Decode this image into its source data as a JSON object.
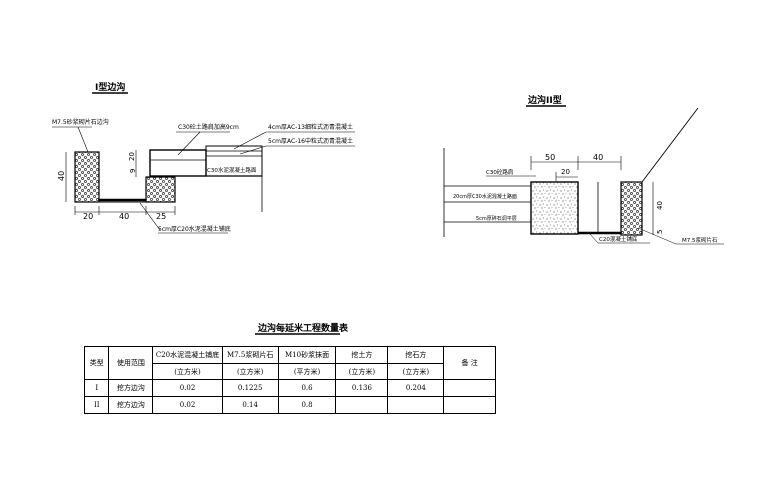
{
  "drawing1": {
    "title": "I型边沟",
    "label_masonry": "M7.5砂浆砌片石边沟",
    "label_pavement_widen": "C30砼土路肩加高9cm",
    "label_ac13": "4cm厚AC-13细粒式沥青混凝土",
    "label_ac16": "5cm厚AC-16中粒式沥青混凝土",
    "label_c30_surface": "C30水泥混凝土路面",
    "label_c20_bed": "5cm厚C20水泥混凝土铺底",
    "dim_height": "40",
    "dim_20": "20",
    "dim_9": "9",
    "dim_bottom_left": "20",
    "dim_bottom_mid": "40",
    "dim_bottom_right": "25"
  },
  "drawing2": {
    "title": "边沟II型",
    "dim_top_50": "50",
    "dim_top_40": "40",
    "dim_20": "20",
    "label_c30_shoulder": "C30砼路肩",
    "label_c30_pavement": "20cm厚C30水泥混凝土路面",
    "label_gravel": "5cm厚碎石调平层",
    "label_c20_bed": "C20混凝土铺底",
    "label_masonry": "M7.5浆砌片石",
    "dim_40": "40",
    "dim_5": "5"
  },
  "table": {
    "title": "边沟每延米工程数量表",
    "headers": [
      "类型",
      "使用范围",
      "C20水泥混凝土铺底",
      "M7.5浆砌片石",
      "M10砂浆抹面",
      "挖土方",
      "挖石方",
      "备 注"
    ],
    "units": [
      "(立方米)",
      "(立方米)",
      "(平方米)",
      "(立方米)",
      "(立方米)"
    ],
    "rows": [
      [
        "I",
        "挖方边沟",
        "0.02",
        "0.1225",
        "0.6",
        "0.136",
        "0.204",
        ""
      ],
      [
        "II",
        "挖方边沟",
        "0.02",
        "0.14",
        "0.8",
        "",
        "",
        ""
      ]
    ]
  }
}
